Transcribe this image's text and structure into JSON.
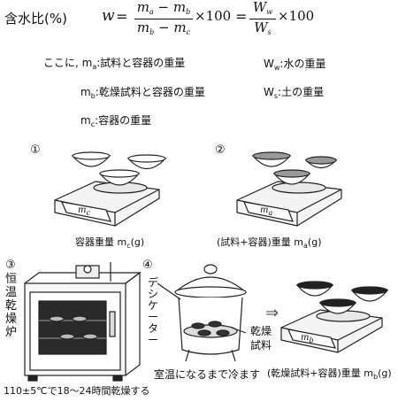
{
  "formula": {
    "label": "含水比(%)",
    "w": "w",
    "eq": "=",
    "num1": "m",
    "num1_sub_a": "a",
    "minus": "−",
    "num1_sub_b": "b",
    "den1": "m",
    "den1_sub_b": "b",
    "den1_sub_c": "c",
    "times100": "×100",
    "eq2": "=",
    "num2": "W",
    "num2_sub": "w",
    "den2": "W",
    "den2_sub": "s",
    "times100b": "×100"
  },
  "definitions": {
    "intro": "ここに,",
    "ma_sym": "m",
    "ma_sub": "a",
    "ma_text": ":試料と容器の重量",
    "mb_sym": "m",
    "mb_sub": "b",
    "mb_text": ":乾燥試料と容器の重量",
    "mc_sym": "m",
    "mc_sub": "c",
    "mc_text": ":容器の重量",
    "ww_sym": "W",
    "ww_sub": "w",
    "ww_text": ":水の重量",
    "ws_sym": "W",
    "ws_sub": "s",
    "ws_text": ":土の重量"
  },
  "steps": {
    "s1_num": "①",
    "s1_display": "m",
    "s1_display_sub": "c",
    "s1_caption": "容器重量 m",
    "s1_caption_sub": "c",
    "s1_caption_unit": "(g)",
    "s2_num": "②",
    "s2_display": "m",
    "s2_display_sub": "a",
    "s2_caption": "(試料+容器)重量 m",
    "s2_caption_sub": "a",
    "s2_caption_unit": "(g)",
    "s3_num": "③",
    "s3_oven_label": "恒温乾燥炉",
    "s3_caption": "110±5℃で18～24時間乾燥する",
    "s4_num": "④",
    "s4_desiccator_label": "デシケーター",
    "s4_sample_label_1": "乾燥",
    "s4_sample_label_2": "試料",
    "s4_cool_caption": "室温になるまで冷ます",
    "s4_display": "m",
    "s4_display_sub": "b",
    "s4_caption": "(乾燥試料+容器)重量 m",
    "s4_caption_sub": "b",
    "s4_caption_unit": "(g)",
    "arrow": "⇒"
  }
}
